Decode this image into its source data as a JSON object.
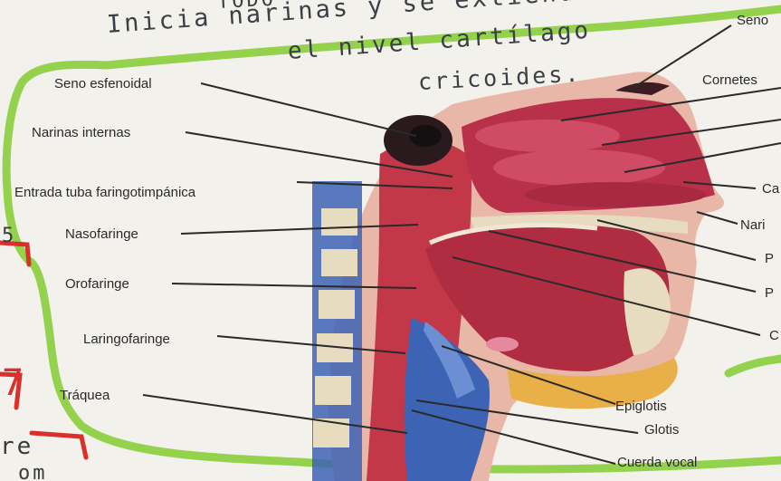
{
  "handwriting": {
    "line0": "TODO",
    "line1": "Inicia narinas y se extiende",
    "line2": "el nivel cartílago",
    "line3": "cricoides."
  },
  "margin_marks": {
    "m1": "5",
    "m2": "7",
    "m3": "re",
    "m4": "om"
  },
  "labels": {
    "seno_esfenoidal": "Seno esfenoidal",
    "narinas_internas": "Narinas internas",
    "entrada_tuba": "Entrada tuba faringotimpánica",
    "nasofaringe": "Nasofaringe",
    "orofaringe": "Orofaringe",
    "laringofaringe": "Laringofaringe",
    "traquea": "Tráquea",
    "seno": "Seno",
    "cornetes": "Cornetes",
    "ca": "Ca",
    "nari": "Nari",
    "p1": "P",
    "p2": "P",
    "c": "C",
    "epiglotis": "Epiglotis",
    "glotis": "Glotis",
    "cuerda_vocal": "Cuerda vocal"
  },
  "colors": {
    "paper": "#f3f1ec",
    "highlighter": "#8ccf3f",
    "tissue": "#c23848",
    "tissue_dark": "#8e1f30",
    "bone": "#e8dcc0",
    "cartilage_blue": "#3d63b5",
    "marker_red": "#d9302c"
  }
}
